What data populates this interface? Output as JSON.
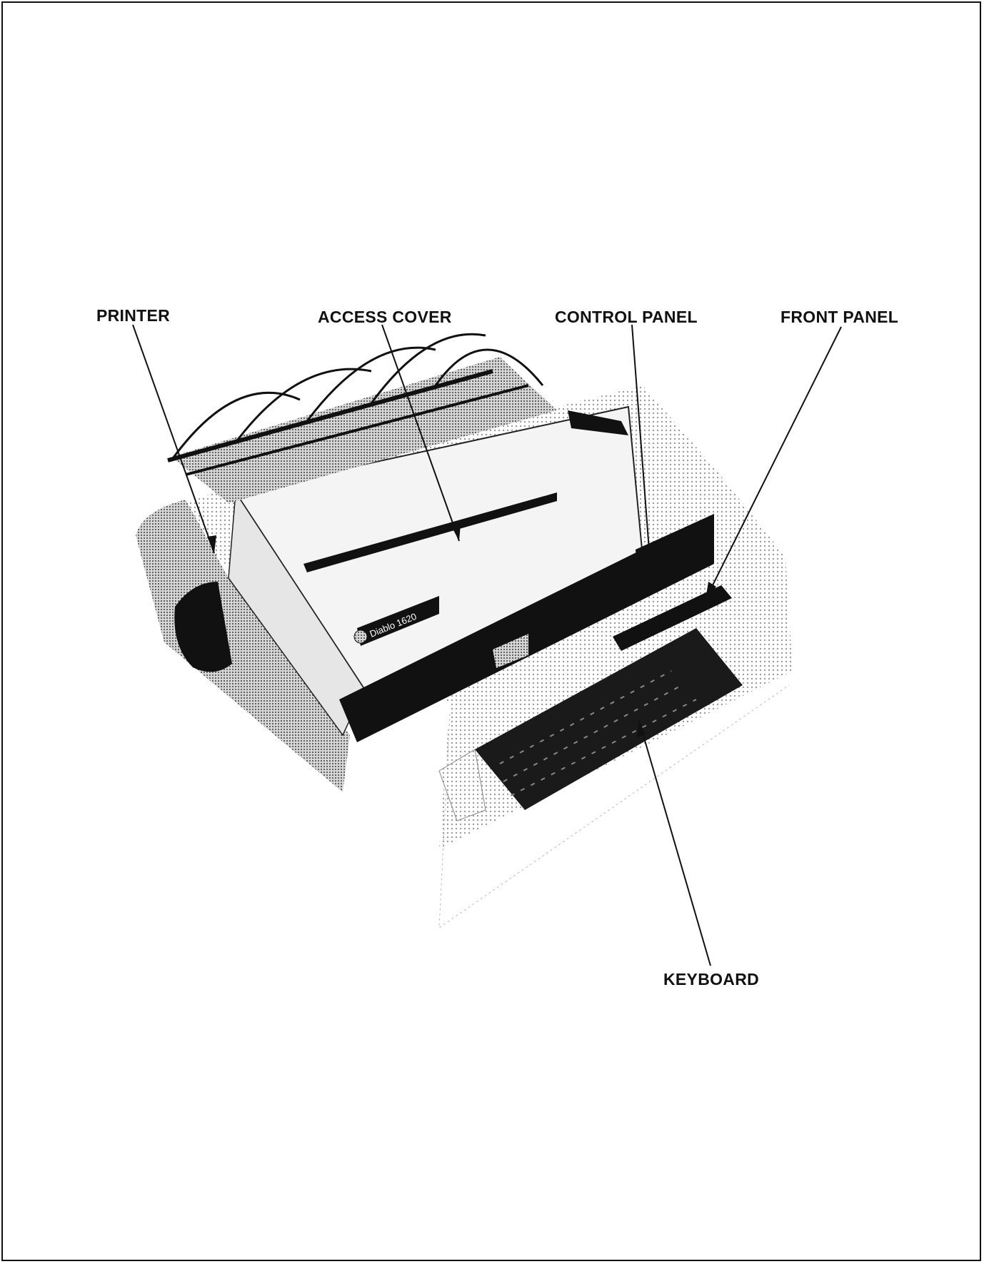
{
  "figure": {
    "labels": {
      "printer": "PRINTER",
      "access_cover": "ACCESS COVER",
      "control_panel": "CONTROL PANEL",
      "front_panel": "FRONT PANEL",
      "keyboard": "KEYBOARD"
    },
    "nameplate": "Diablo 1620"
  }
}
